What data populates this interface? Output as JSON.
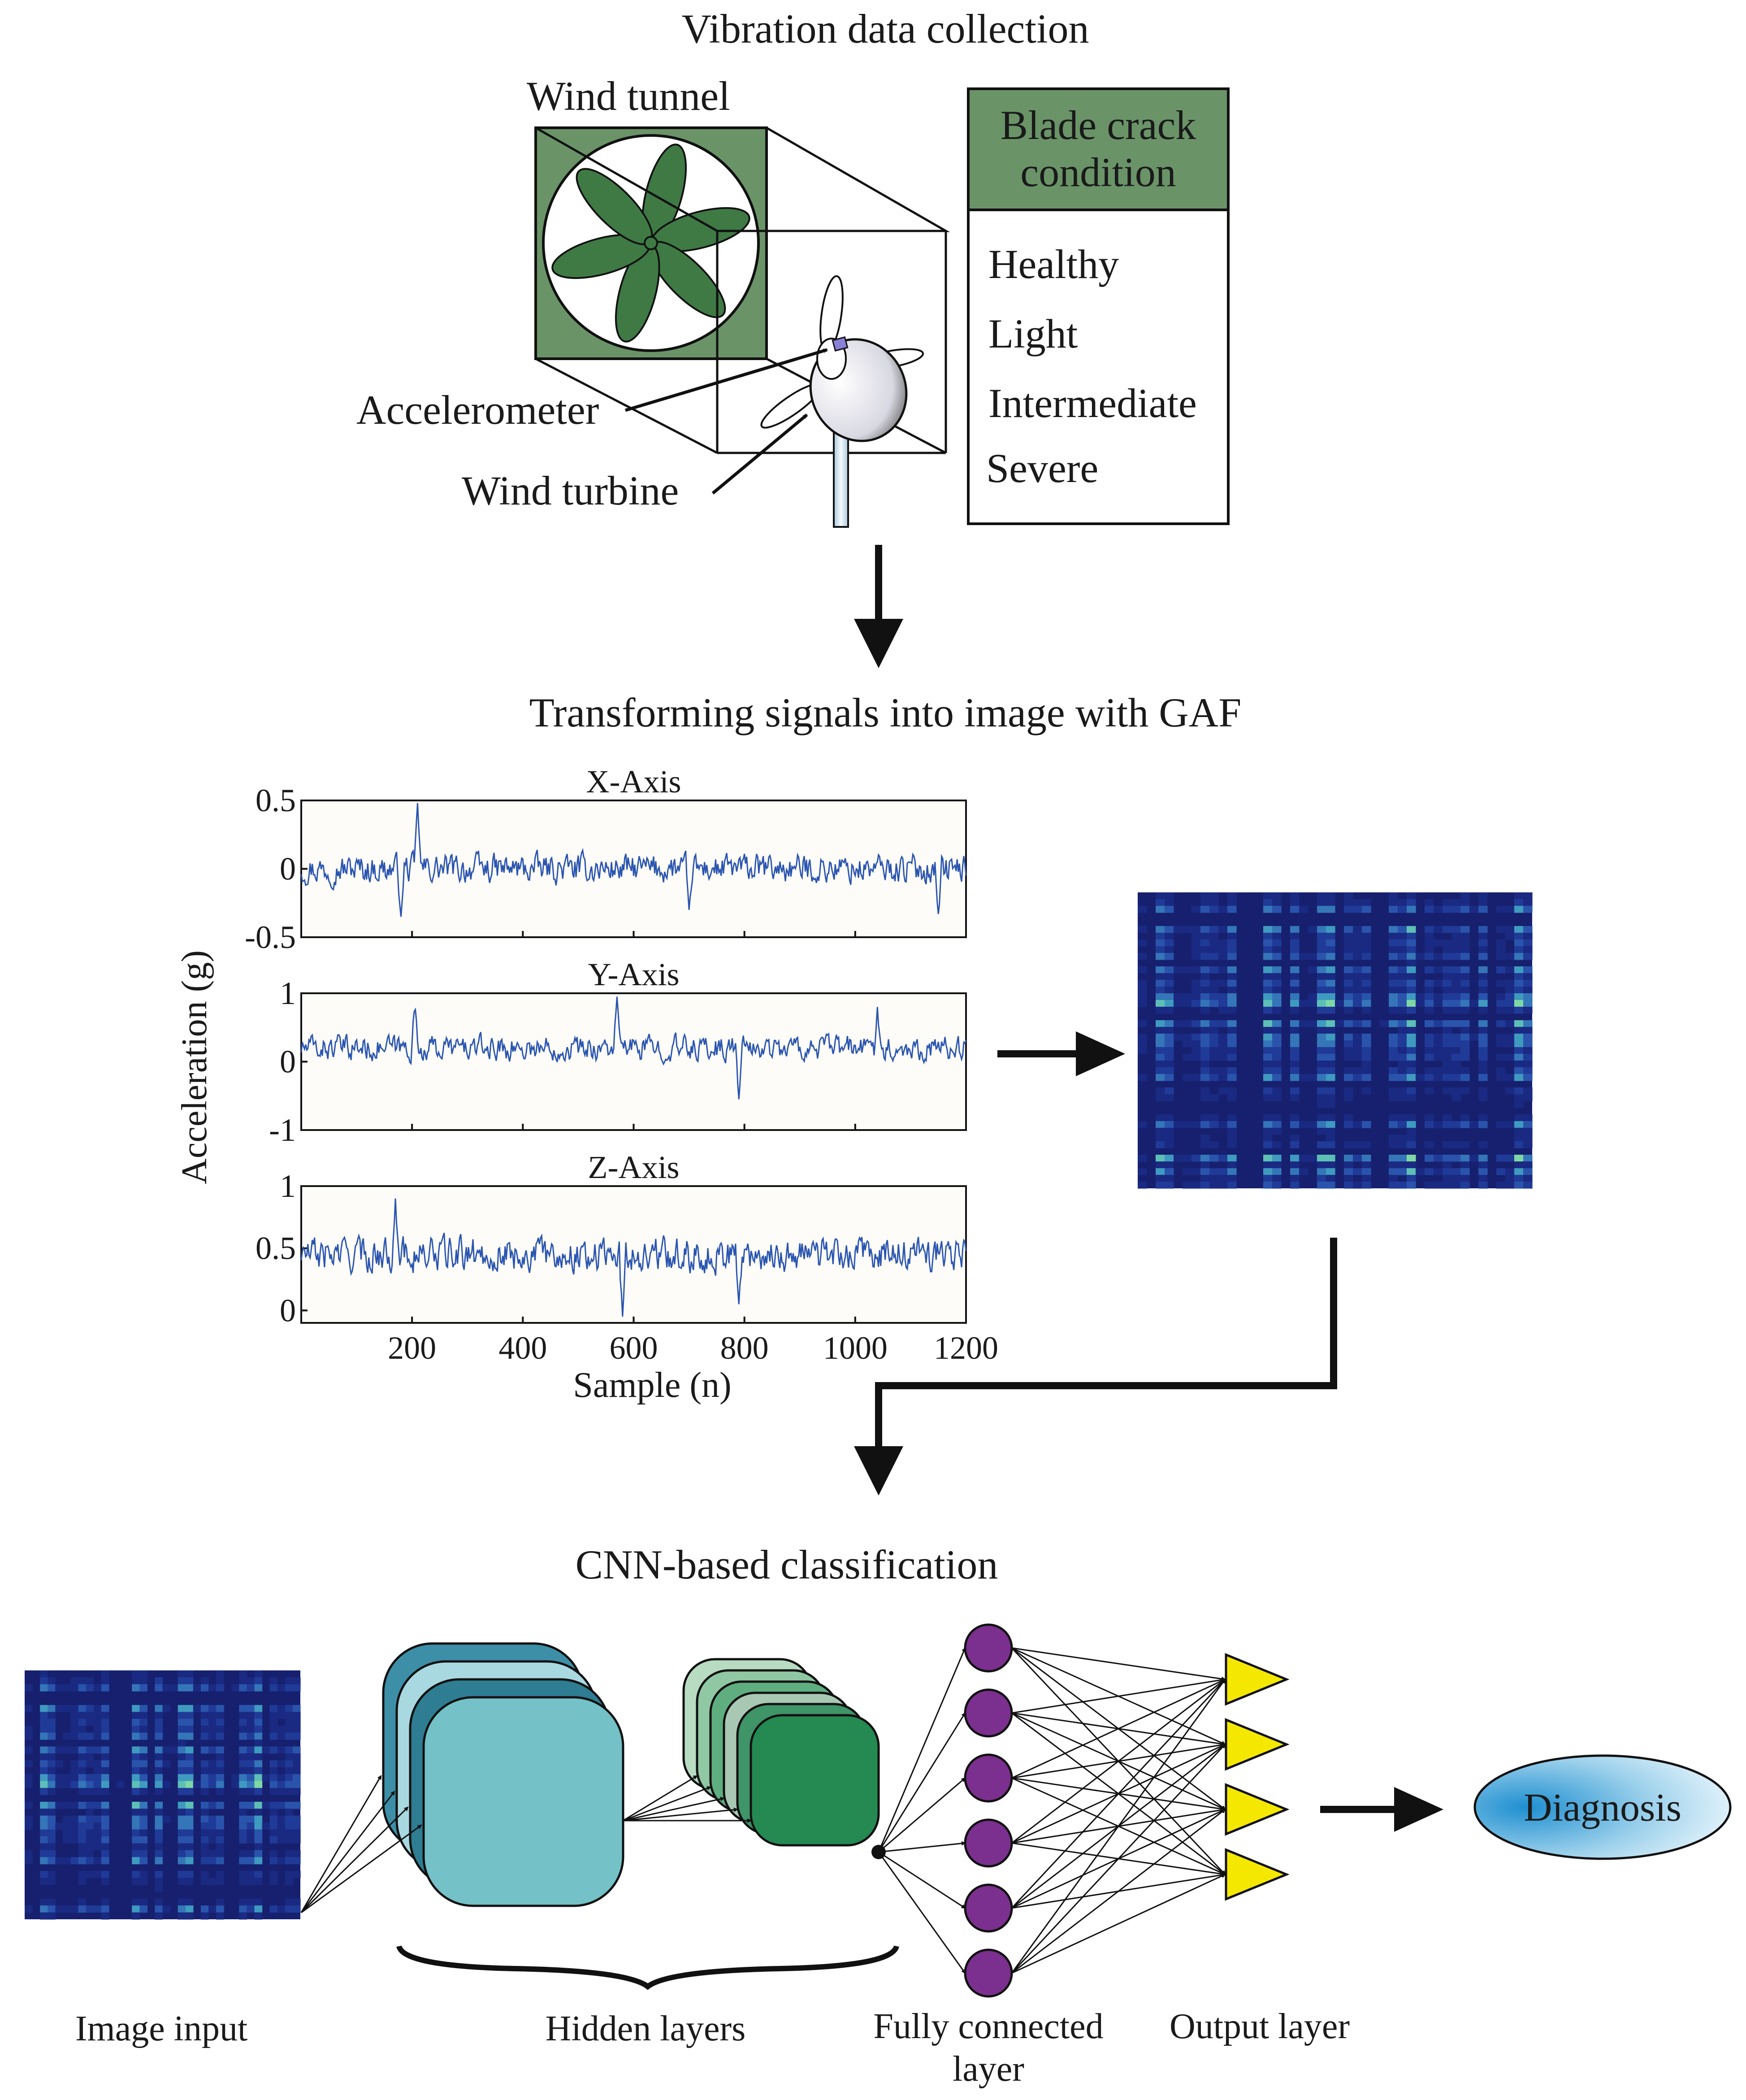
{
  "sections": {
    "collection_title": "Vibration data collection",
    "gaf_title": "Transforming signals into image with GAF",
    "cnn_title": "CNN-based classification"
  },
  "collection": {
    "wind_tunnel_label": "Wind tunnel",
    "accelerometer_label": "Accelerometer",
    "wind_turbine_label": "Wind turbine",
    "condition_header_line1": "Blade crack",
    "condition_header_line2": "condition",
    "conditions": [
      "Healthy",
      "Light",
      "Intermediate",
      "Severe"
    ],
    "colors": {
      "tunnel_green": "#6a9468",
      "blade_green": "#3f7a45",
      "header_green": "#6a9468"
    }
  },
  "chart_data": {
    "type": "line",
    "ylabel": "Acceleration (g)",
    "xlabel": "Sample (n)",
    "xlim": [
      0,
      1200
    ],
    "x_ticks": [
      "200",
      "400",
      "600",
      "800",
      "1000",
      "1200"
    ],
    "line_color": "#2a55b0",
    "series": [
      {
        "name": "X-Axis",
        "ylim": [
          -0.5,
          0.5
        ],
        "y_ticks": [
          "0.5",
          "0",
          "-0.5"
        ],
        "baseline": 0.0,
        "amplitude": 0.1,
        "peaks": [
          [
            210,
            0.48
          ],
          [
            180,
            -0.35
          ],
          [
            700,
            -0.3
          ],
          [
            1150,
            -0.33
          ]
        ]
      },
      {
        "name": "Y-Axis",
        "ylim": [
          -1,
          1
        ],
        "y_ticks": [
          "1",
          "0",
          "-1"
        ],
        "baseline": 0.2,
        "amplitude": 0.17,
        "peaks": [
          [
            205,
            0.85
          ],
          [
            570,
            0.95
          ],
          [
            790,
            -0.55
          ],
          [
            1040,
            0.8
          ]
        ]
      },
      {
        "name": "Z-Axis",
        "ylim": [
          -0.1,
          1
        ],
        "y_ticks": [
          "1",
          "0.5",
          "0"
        ],
        "baseline": 0.45,
        "amplitude": 0.13,
        "peaks": [
          [
            170,
            0.9
          ],
          [
            580,
            -0.05
          ],
          [
            790,
            0.05
          ]
        ]
      }
    ]
  },
  "cnn": {
    "image_input_label": "Image input",
    "hidden_layers_label": "Hidden layers",
    "fc_label_line1": "Fully connected",
    "fc_label_line2": "layer",
    "output_label": "Output layer",
    "diagnosis_label": "Diagnosis",
    "fc_node_count": 6,
    "output_node_count": 4,
    "colors": {
      "fc_node": "#7b2f8e",
      "output_node": "#f5e800",
      "hidden_large": "#74c1c8",
      "hidden_small": "#258952"
    }
  }
}
